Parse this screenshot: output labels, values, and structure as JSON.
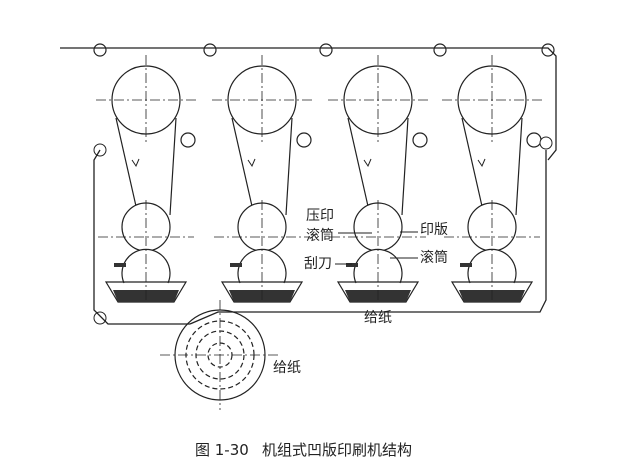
{
  "labels": {
    "impression_cylinder_1": "压印",
    "impression_cylinder_2": "滚筒",
    "plate_cylinder_1": "印版",
    "plate_cylinder_2": "滚筒",
    "doctor_blade": "刮刀",
    "paper_out": "给纸",
    "paper_feed": "给纸"
  },
  "caption": {
    "number": "图 1-30",
    "title": "机组式凹版印刷机结构"
  },
  "units": 4,
  "colors": {
    "line": "#222222",
    "ink": "#333333"
  }
}
